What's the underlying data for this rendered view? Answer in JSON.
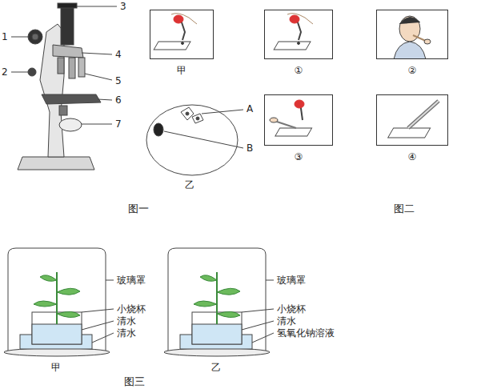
{
  "diagram": {
    "nodes": [
      {
        "text": [
          "甲"
        ]
      },
      {
        "text": [
          "①"
        ]
      },
      {
        "text": [
          "②"
        ]
      },
      {
        "text": [
          "③"
        ]
      },
      {
        "text": [
          "④"
        ]
      }
    ],
    "labels": [
      "1",
      "2",
      "3",
      "4",
      "5",
      "6",
      "7",
      "乙",
      "A",
      "B",
      "图一",
      "图二",
      "玻璃罩",
      "小烧杯",
      "清水",
      "清水",
      "甲",
      "玻璃罩",
      "小烧杯",
      "清水",
      "氢氧化钠溶液",
      "乙",
      "图三"
    ]
  }
}
